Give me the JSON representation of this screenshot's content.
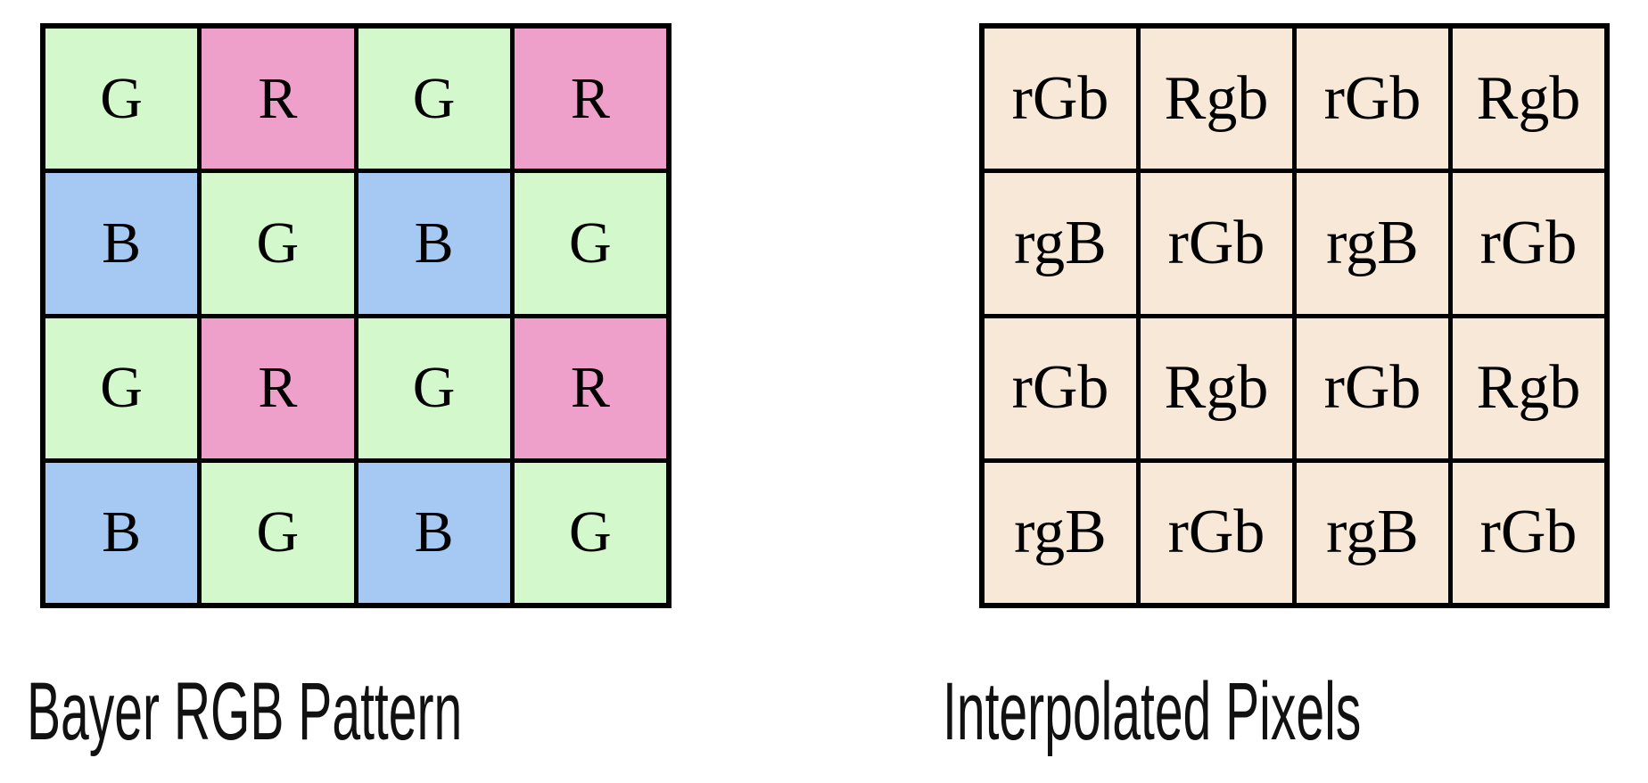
{
  "colors": {
    "background": "#ffffff",
    "grid_line": "#000000",
    "cell_text": "#000000",
    "caption_text": "#111111",
    "green": "#d2f8cc",
    "red": "#ee9fca",
    "blue": "#a6c9f4",
    "peach": "#f8e8d8"
  },
  "bayer_grid": {
    "caption": "Bayer RGB Pattern",
    "rows": 4,
    "cols": 4,
    "cells": [
      {
        "label": "G",
        "color": "green"
      },
      {
        "label": "R",
        "color": "red"
      },
      {
        "label": "G",
        "color": "green"
      },
      {
        "label": "R",
        "color": "red"
      },
      {
        "label": "B",
        "color": "blue"
      },
      {
        "label": "G",
        "color": "green"
      },
      {
        "label": "B",
        "color": "blue"
      },
      {
        "label": "G",
        "color": "green"
      },
      {
        "label": "G",
        "color": "green"
      },
      {
        "label": "R",
        "color": "red"
      },
      {
        "label": "G",
        "color": "green"
      },
      {
        "label": "R",
        "color": "red"
      },
      {
        "label": "B",
        "color": "blue"
      },
      {
        "label": "G",
        "color": "green"
      },
      {
        "label": "B",
        "color": "blue"
      },
      {
        "label": "G",
        "color": "green"
      }
    ]
  },
  "interpolated_grid": {
    "caption": "Interpolated Pixels",
    "rows": 4,
    "cols": 4,
    "cells": [
      {
        "label": "rGb",
        "color": "peach"
      },
      {
        "label": "Rgb",
        "color": "peach"
      },
      {
        "label": "rGb",
        "color": "peach"
      },
      {
        "label": "Rgb",
        "color": "peach"
      },
      {
        "label": "rgB",
        "color": "peach"
      },
      {
        "label": "rGb",
        "color": "peach"
      },
      {
        "label": "rgB",
        "color": "peach"
      },
      {
        "label": "rGb",
        "color": "peach"
      },
      {
        "label": "rGb",
        "color": "peach"
      },
      {
        "label": "Rgb",
        "color": "peach"
      },
      {
        "label": "rGb",
        "color": "peach"
      },
      {
        "label": "Rgb",
        "color": "peach"
      },
      {
        "label": "rgB",
        "color": "peach"
      },
      {
        "label": "rGb",
        "color": "peach"
      },
      {
        "label": "rgB",
        "color": "peach"
      },
      {
        "label": "rGb",
        "color": "peach"
      }
    ]
  }
}
